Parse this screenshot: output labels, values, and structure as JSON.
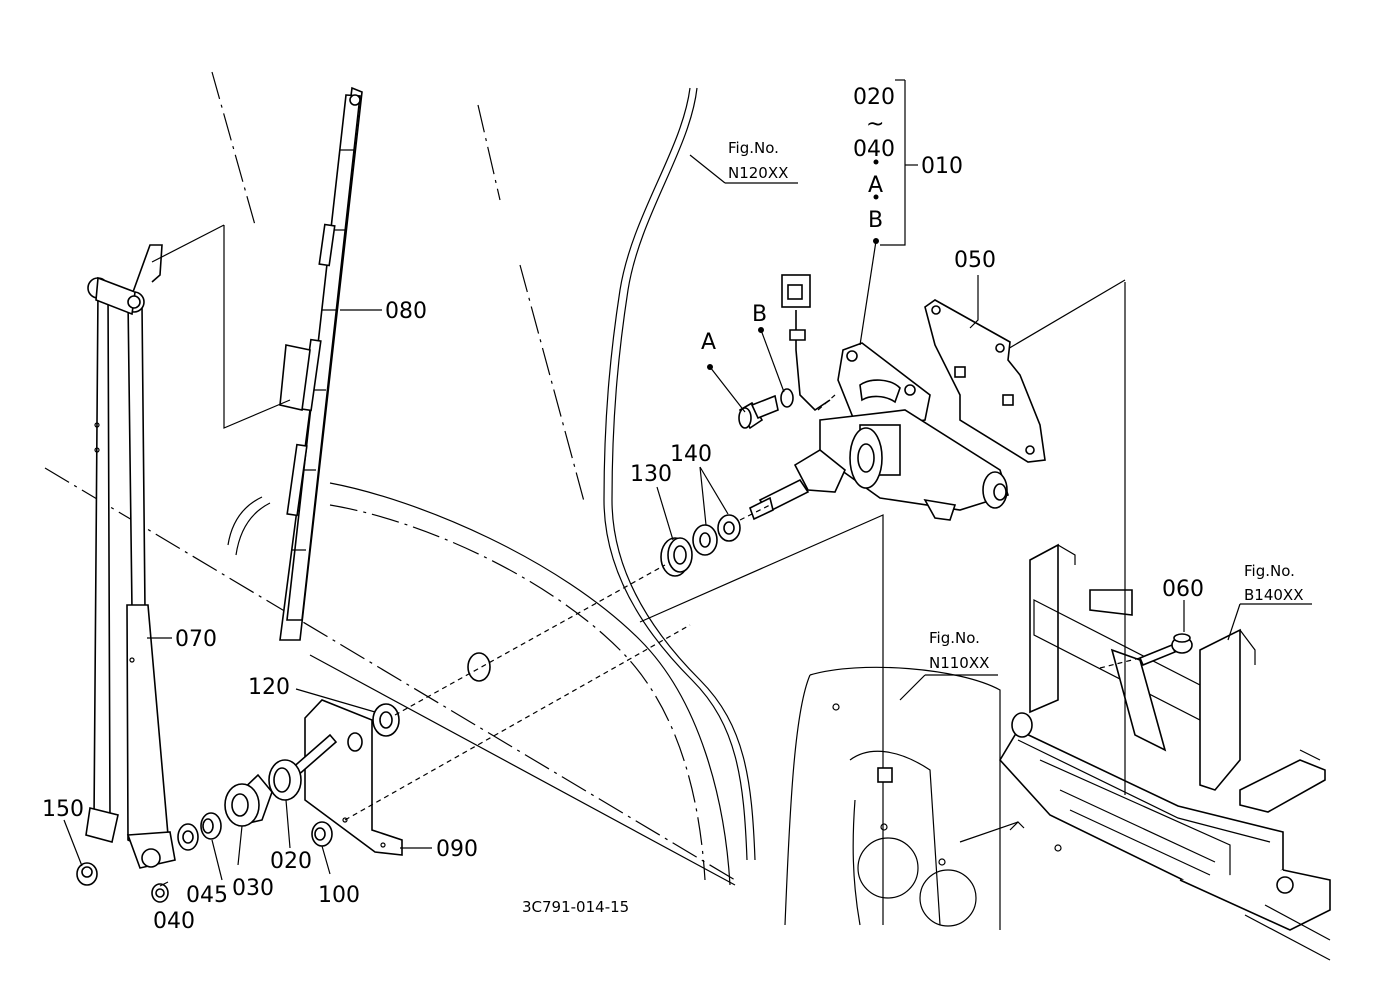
{
  "parts": [
    {
      "id": "010",
      "label": "010"
    },
    {
      "id": "020",
      "label": "020"
    },
    {
      "id": "030",
      "label": "030"
    },
    {
      "id": "040",
      "label": "040"
    },
    {
      "id": "045",
      "label": "045"
    },
    {
      "id": "050",
      "label": "050"
    },
    {
      "id": "060",
      "label": "060"
    },
    {
      "id": "070",
      "label": "070"
    },
    {
      "id": "080",
      "label": "080"
    },
    {
      "id": "090",
      "label": "090"
    },
    {
      "id": "100",
      "label": "100"
    },
    {
      "id": "120",
      "label": "120"
    },
    {
      "id": "130",
      "label": "130"
    },
    {
      "id": "140",
      "label": "140"
    },
    {
      "id": "150",
      "label": "150"
    }
  ],
  "assembly_group": {
    "top": "020",
    "tilde": "~",
    "bottom": "040",
    "sub_a": "A",
    "sub_b": "B",
    "parent": "010"
  },
  "markers": {
    "a": "A",
    "b": "B"
  },
  "fig_refs": [
    {
      "title": "Fig.No.",
      "code": "N120XX"
    },
    {
      "title": "Fig.No.",
      "code": "N110XX"
    },
    {
      "title": "Fig.No.",
      "code": "B140XX"
    }
  ],
  "drawing_number": "3C791-014-15"
}
